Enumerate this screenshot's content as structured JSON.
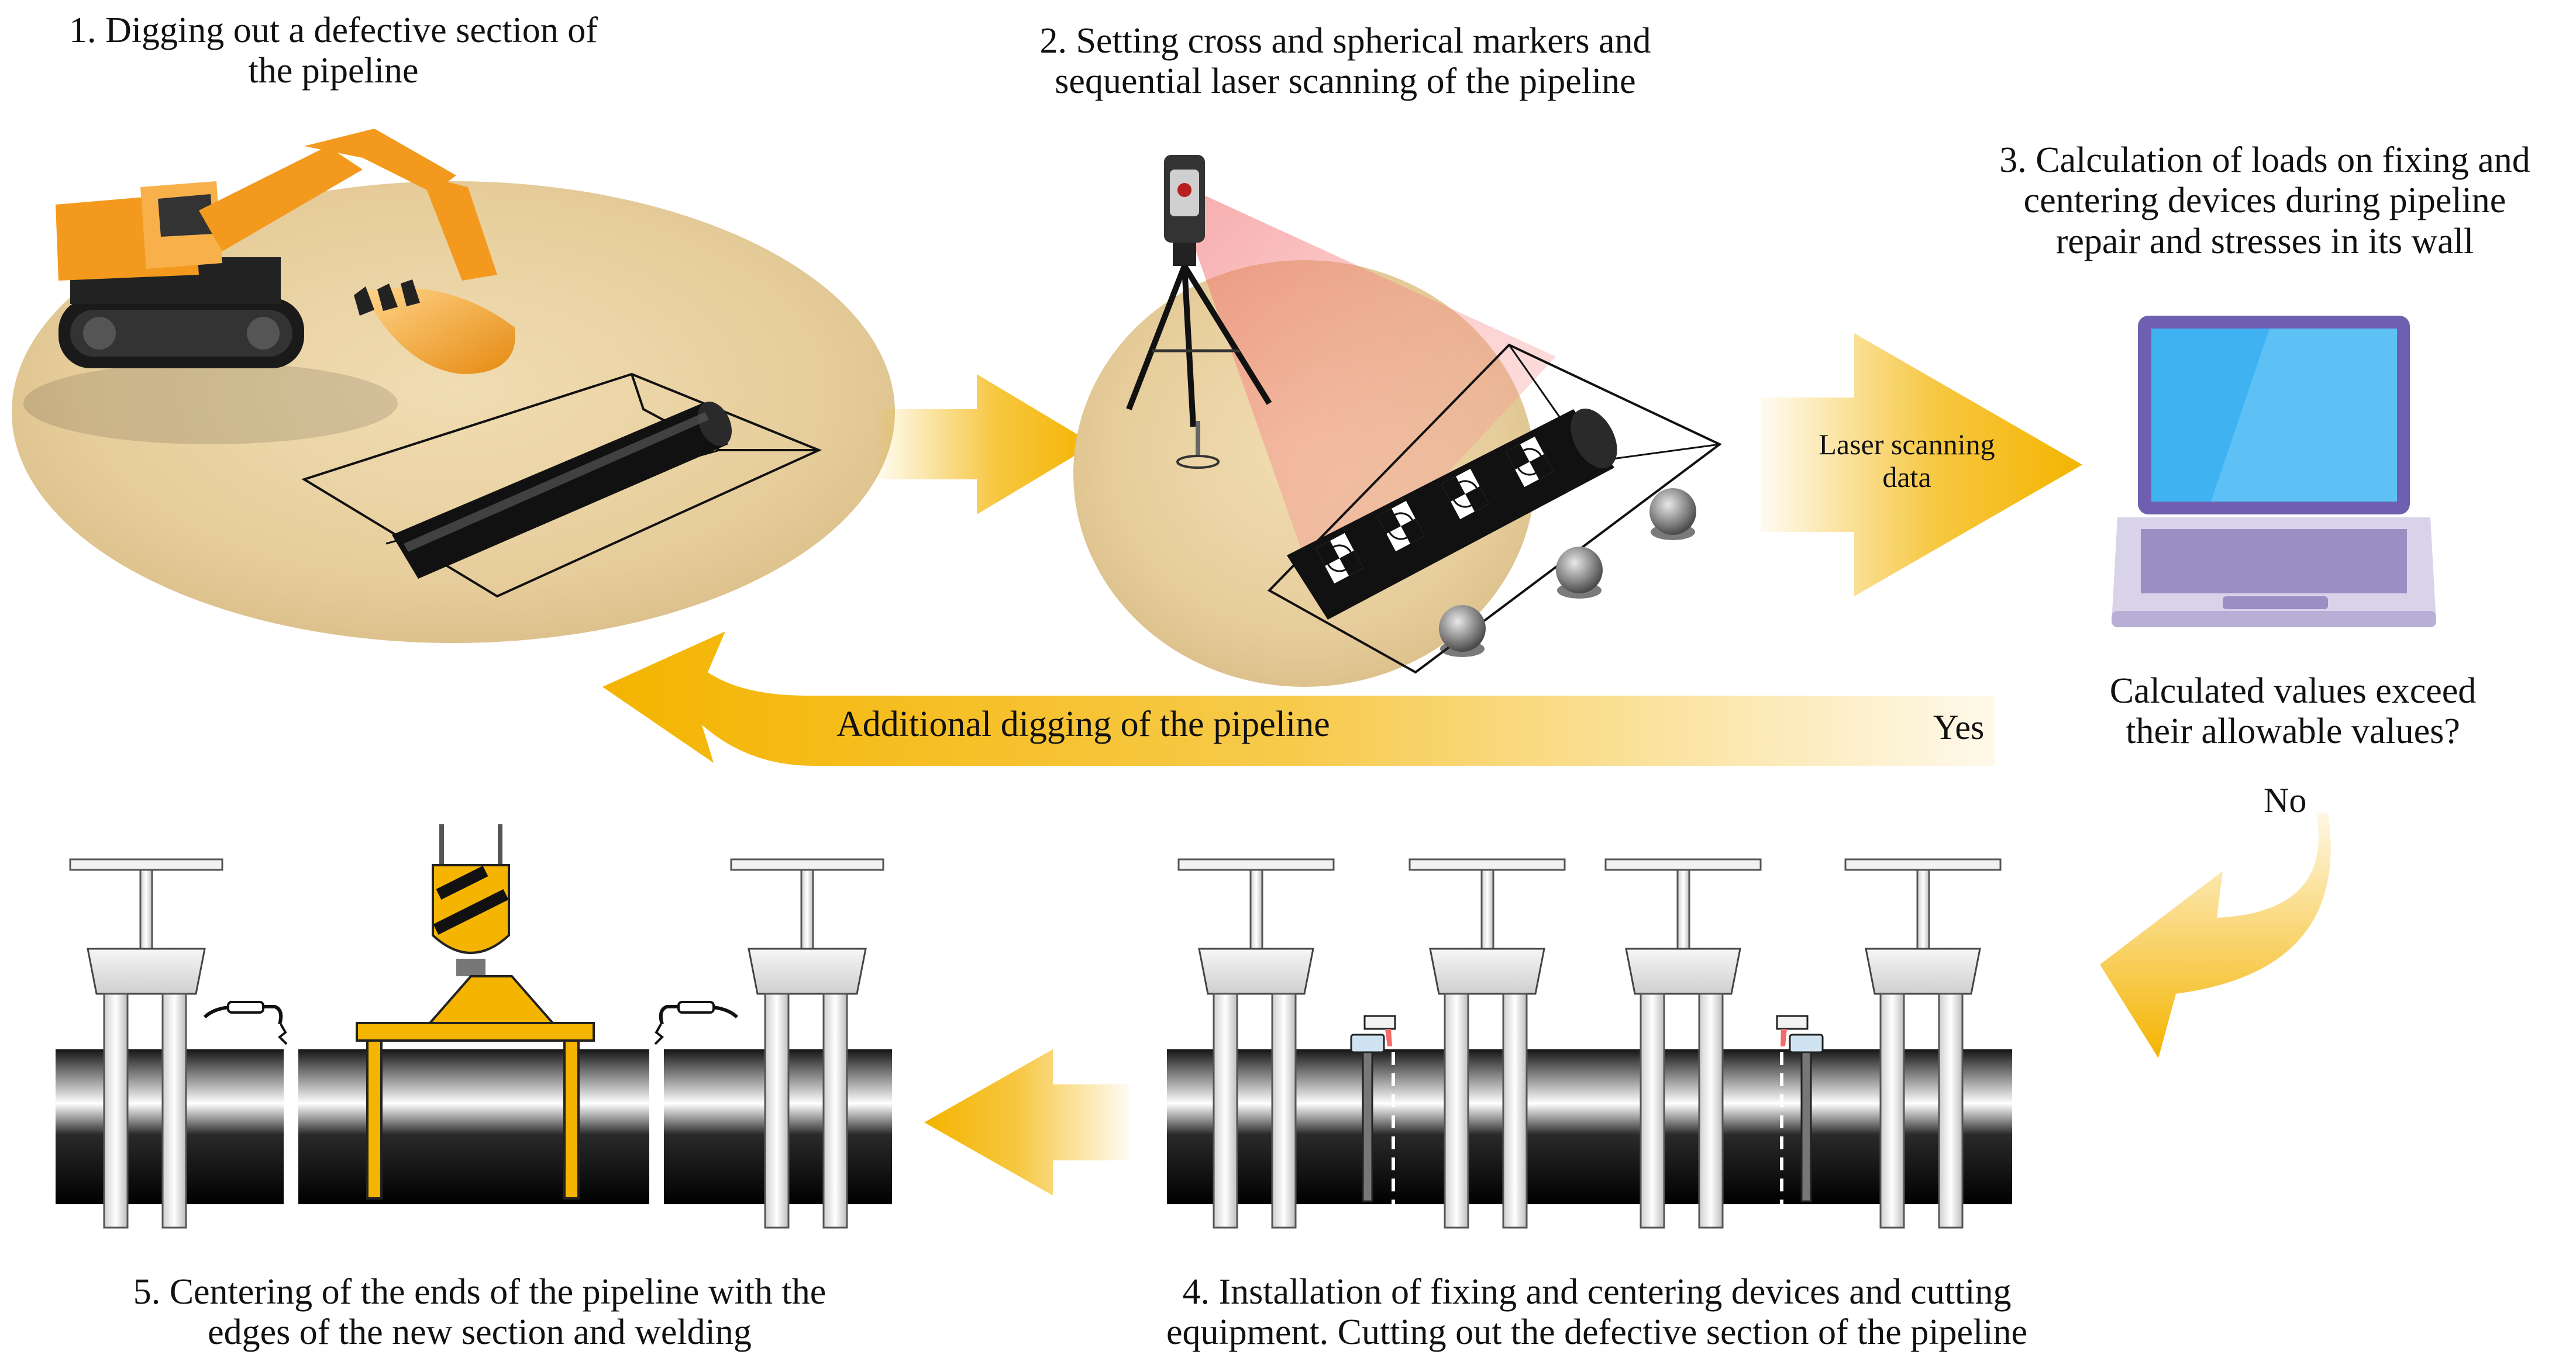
{
  "steps": {
    "step1": {
      "line1": "1. Digging out a defective section of",
      "line2": "the pipeline"
    },
    "step2": {
      "line1": "2. Setting cross and spherical markers and",
      "line2": "sequential laser scanning of the pipeline"
    },
    "step3": {
      "line1": "3. Calculation of loads on fixing and",
      "line2": "centering devices during pipeline",
      "line3": "repair and stresses in its wall"
    },
    "step4": {
      "line1": "4. Installation of fixing and centering devices and cutting",
      "line2": "equipment. Cutting out the defective section of the pipeline"
    },
    "step5": {
      "line1": "5. Centering of the ends of the pipeline with the",
      "line2": "edges of the new section and welding"
    }
  },
  "flow": {
    "laser_data_line1": "Laser scanning",
    "laser_data_line2": "data",
    "decision_line1": "Calculated values exceed",
    "decision_line2": "their allowable values?",
    "yes": "Yes",
    "no": "No",
    "additional_digging": "Additional digging of the pipeline"
  },
  "colors": {
    "arrow": "#f4b400",
    "sand": "#e8d2a4",
    "pipe": "#111111",
    "excavator": "#f39a1e",
    "laptop_frame": "#6f5fb0",
    "laptop_screen": "#3fb3f2"
  }
}
